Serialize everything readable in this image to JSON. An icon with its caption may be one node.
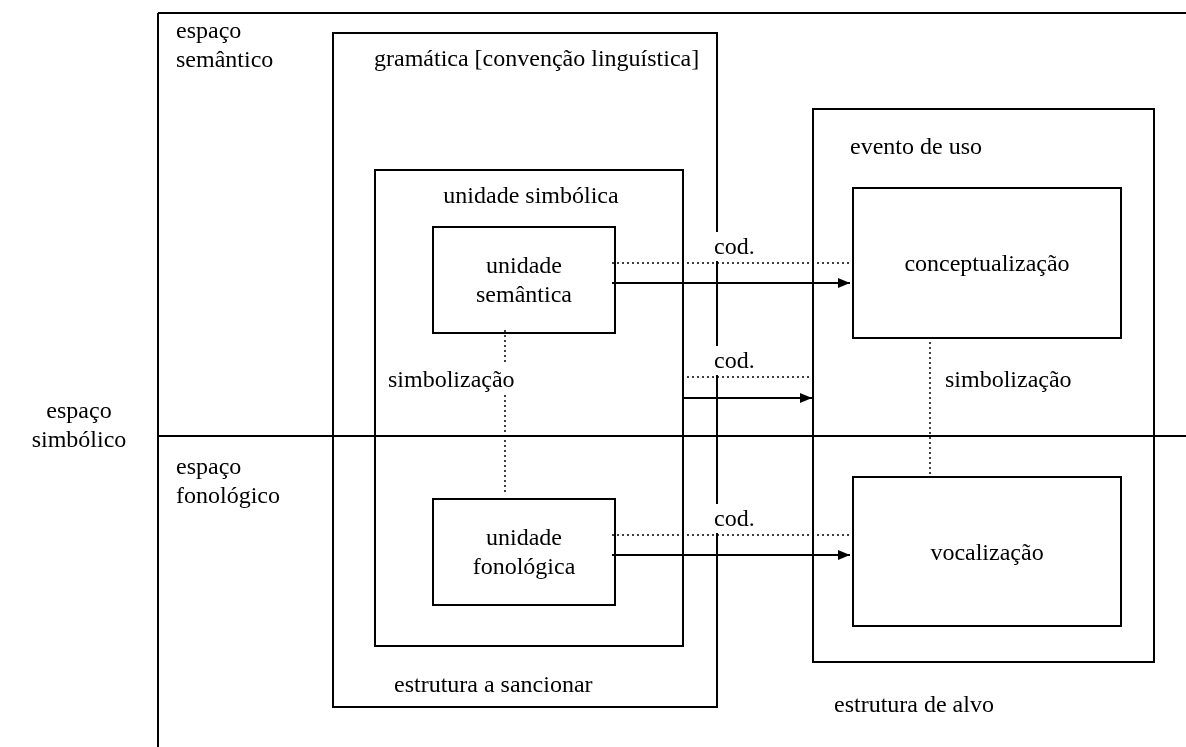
{
  "diagram": {
    "nodes": [
      {
        "text": [
          "gramática [convenção linguística]",
          "estrutura a sancionar"
        ]
      },
      {
        "text": [
          "unidade simbólica"
        ],
        "in": 0
      },
      {
        "text": [
          "unidade semântica"
        ],
        "in": 1
      },
      {
        "text": [
          "unidade fonológica"
        ],
        "in": 1
      },
      {
        "text": [
          "evento de uso"
        ],
        "beside": [
          "estrutura de alvo"
        ]
      },
      {
        "text": [
          "conceptualização"
        ],
        "in": 4
      },
      {
        "text": [
          "vocalização"
        ],
        "in": 4
      }
    ],
    "edges": [
      {
        "from": 2,
        "to": 5,
        "arrow": "none",
        "style": "dashed",
        "label": "cod."
      },
      {
        "from": 2,
        "to": 5,
        "arrow": "to"
      },
      {
        "from": 1,
        "to": 4,
        "arrow": "none",
        "style": "dashed",
        "label": "cod."
      },
      {
        "from": 1,
        "to": 4,
        "arrow": "to"
      },
      {
        "from": 3,
        "to": 6,
        "arrow": "none",
        "style": "dashed",
        "label": "cod."
      },
      {
        "from": 3,
        "to": 6,
        "arrow": "to"
      },
      {
        "from": 2,
        "to": 3,
        "arrow": "none",
        "style": "dashed",
        "label": "simbolização"
      },
      {
        "from": 5,
        "to": 6,
        "arrow": "none",
        "style": "dashed",
        "label": "simbolização"
      }
    ],
    "labels": [
      "espaço semântico",
      "espaço simbólico",
      "espaço fonológico"
    ]
  }
}
